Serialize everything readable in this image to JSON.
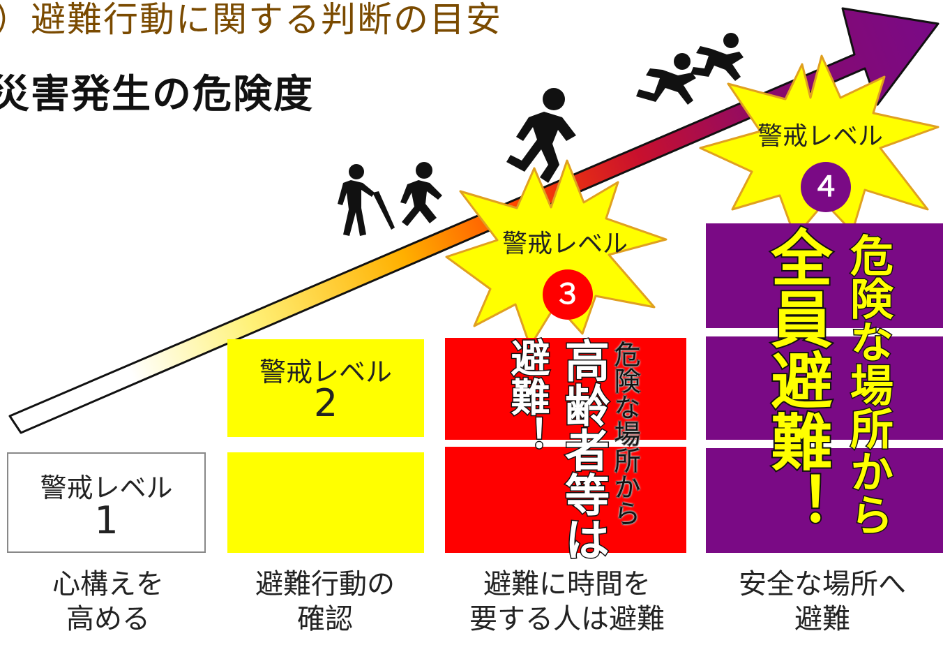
{
  "heading": "）避難行動に関する判断の目安",
  "subheading": "災害発生の危険度",
  "colors": {
    "level1": "#ffffff",
    "level2": "#ffff00",
    "level3": "#ff0000",
    "level4": "#7a0a85",
    "star": "#ffff00",
    "heading": "#7a4a00"
  },
  "icons": [
    "elderly-walking-icon",
    "person-walking-icon",
    "person-running-icon",
    "person-sprinting-icon"
  ],
  "levels": [
    {
      "label": "警戒レベル",
      "number": "1",
      "caption_line1": "心構えを",
      "caption_line2": "高める"
    },
    {
      "label": "警戒レベル",
      "number": "2",
      "caption_line1": "避難行動の",
      "caption_line2": "確認"
    },
    {
      "label": "警戒レベル",
      "number": "３",
      "caption_line1": "避難に時間を",
      "caption_line2": "要する人は避難",
      "vertical_small": "危険な場所から",
      "vertical_big": "高齢者等は",
      "vertical_mid": "避難！"
    },
    {
      "label": "警戒レベル",
      "number": "４",
      "caption_line1": "安全な場所へ",
      "caption_line2": "避難",
      "vertical_small": "危険な場所から",
      "vertical_big": "全員避難！"
    }
  ]
}
